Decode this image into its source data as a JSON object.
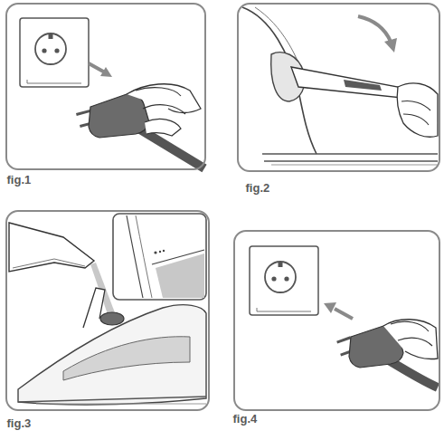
{
  "diagram": {
    "nodes": [
      {
        "text": [
          "fig.1"
        ]
      },
      {
        "text": [
          "fig.2"
        ]
      },
      {
        "text": [
          "fig.3"
        ]
      },
      {
        "text": [
          "fig.4"
        ]
      }
    ]
  }
}
